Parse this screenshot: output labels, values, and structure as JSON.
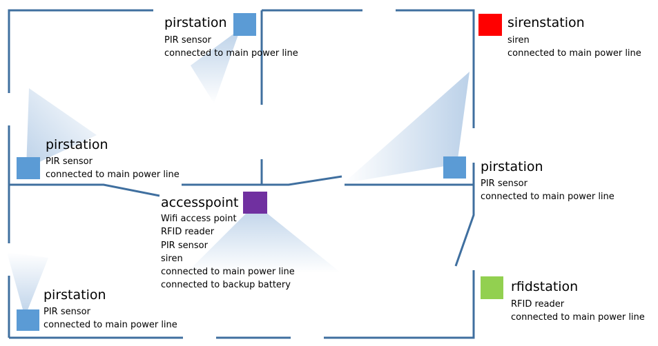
{
  "colors": {
    "wall": "#3f6f9f",
    "pir": "#5b9bd5",
    "siren": "#ff0000",
    "access": "#7030a0",
    "rfid": "#92d050",
    "cone": "#b4cce6"
  },
  "stations": {
    "pir_top": {
      "name": "pirstation",
      "lines": [
        "PIR sensor",
        "connected to main power line"
      ],
      "icon": "pir-square",
      "color": "#5b9bd5"
    },
    "siren": {
      "name": "sirenstation",
      "lines": [
        "siren",
        "connected to main power line"
      ],
      "icon": "siren-square",
      "color": "#ff0000"
    },
    "pir_left": {
      "name": "pirstation",
      "lines": [
        "PIR sensor",
        "connected to main power line"
      ],
      "icon": "pir-square",
      "color": "#5b9bd5"
    },
    "pir_right": {
      "name": "pirstation",
      "lines": [
        "PIR sensor",
        "connected to main power line"
      ],
      "icon": "pir-square",
      "color": "#5b9bd5"
    },
    "access": {
      "name": "accesspoint",
      "lines": [
        "Wifi access point",
        "RFID reader",
        "PIR sensor",
        "siren",
        "connected to main power line",
        "connected to backup battery"
      ],
      "icon": "access-square",
      "color": "#7030a0"
    },
    "pir_bottom": {
      "name": "pirstation",
      "lines": [
        "PIR sensor",
        "connected to main power line"
      ],
      "icon": "pir-square",
      "color": "#5b9bd5"
    },
    "rfid": {
      "name": "rfidstation",
      "lines": [
        "RFID reader",
        "connected to main power line"
      ],
      "icon": "rfid-square",
      "color": "#92d050"
    }
  }
}
